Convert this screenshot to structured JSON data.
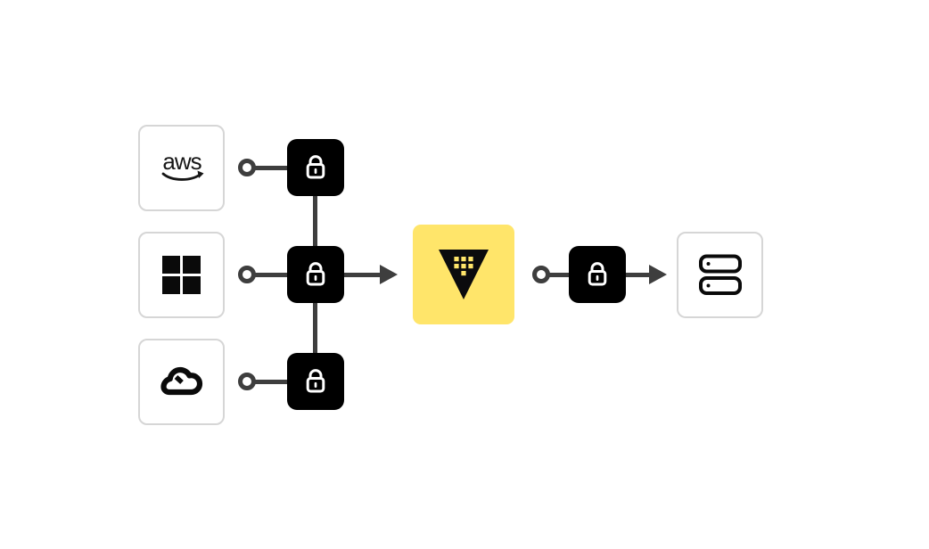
{
  "palette": {
    "background": "#ffffff",
    "node_border": "#d6d6d6",
    "lock_background": "#000000",
    "lock_glyph": "#ffffff",
    "connector": "#3e3e3e",
    "vault_background": "#ffe56a",
    "vault_triangle": "#0b0b0d",
    "icon_black": "#0a0a0a"
  },
  "nodes": {
    "sources": [
      {
        "id": "aws",
        "icon": "aws-logo-icon",
        "label": "aws"
      },
      {
        "id": "microsoft",
        "icon": "microsoft-logo-icon",
        "label": ""
      },
      {
        "id": "cloud",
        "icon": "cloud-icon",
        "label": ""
      }
    ],
    "encryption_gates": [
      {
        "id": "lock-aws",
        "icon": "lock-icon"
      },
      {
        "id": "lock-microsoft",
        "icon": "lock-icon"
      },
      {
        "id": "lock-cloud",
        "icon": "lock-icon"
      },
      {
        "id": "lock-output",
        "icon": "lock-icon"
      }
    ],
    "hub": {
      "id": "vault",
      "icon": "vault-logo-icon"
    },
    "destination": {
      "id": "server",
      "icon": "server-icon"
    }
  },
  "edges": [
    "aws -> lock-aws",
    "microsoft -> lock-microsoft",
    "cloud -> lock-cloud",
    "lock-aws -> lock-microsoft",
    "lock-cloud -> lock-microsoft",
    "lock-microsoft -> vault",
    "vault -> lock-output",
    "lock-output -> server"
  ],
  "vault_tile_grid": [
    3,
    3,
    1
  ]
}
